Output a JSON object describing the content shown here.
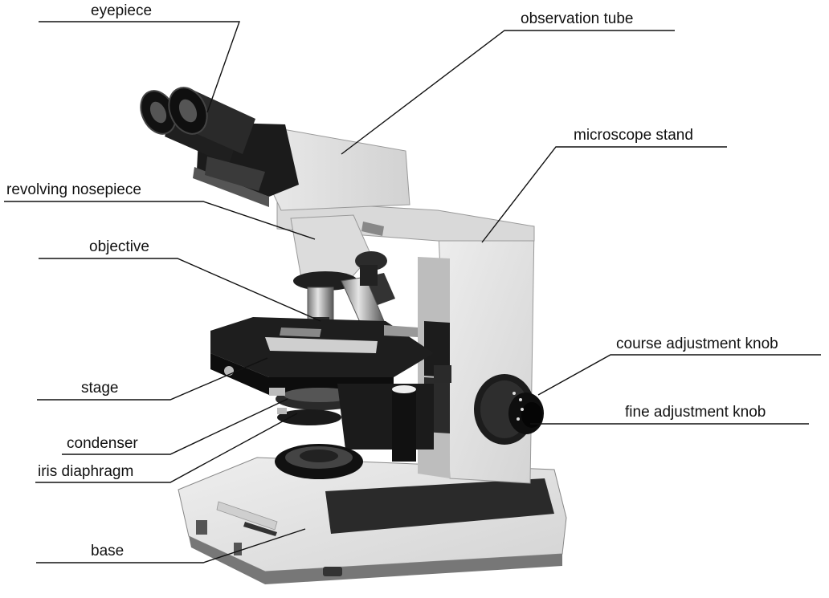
{
  "diagram": {
    "labels": {
      "eyepiece": "eyepiece",
      "observation_tube": "observation tube",
      "microscope_stand": "microscope stand",
      "revolving_nosepiece": "revolving nosepiece",
      "objective": "objective",
      "course_adjustment_knob": "course adjustment knob",
      "stage": "stage",
      "fine_adjustment_knob": "fine adjustment knob",
      "condenser": "condenser",
      "iris_diaphragm": "iris diaphragm",
      "base": "base"
    }
  }
}
